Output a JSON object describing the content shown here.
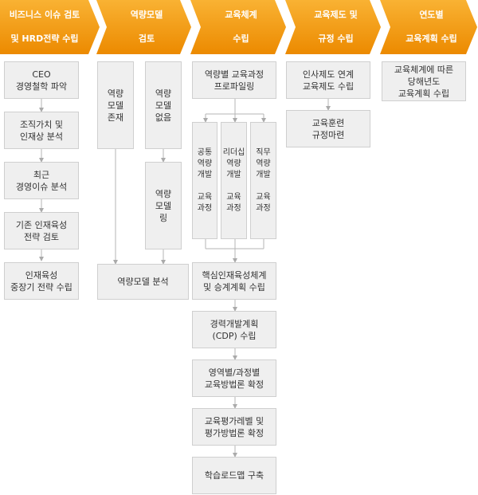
{
  "header": {
    "stages": [
      {
        "line1": "비즈니스 이슈 검토",
        "line2": "및 HRD전략 수립"
      },
      {
        "line1": "역량모델",
        "line2": "검토"
      },
      {
        "line1": "교육체계",
        "line2": "수립"
      },
      {
        "line1": "교육제도 및",
        "line2": "규정 수립"
      },
      {
        "line1": "연도별",
        "line2": "교육계획 수립"
      }
    ],
    "colors": {
      "top": "#f9b233",
      "bottom": "#ec8a00"
    }
  },
  "col1": {
    "steps": [
      "CEO\n경영철학 파악",
      "조직가치 및\n인재상 분석",
      "최근\n경영이슈 분석",
      "기존 인재육성\n전략 검토",
      "인재육성\n중장기 전략 수립"
    ]
  },
  "col2": {
    "left": "역량\n모델\n존재",
    "right_top": "역량\n모델\n없음",
    "right_bottom": "역량\n모델\n링",
    "result": "역량모델 분석"
  },
  "col3": {
    "profiling": "역량별 교육과정\n프로파일링",
    "branches": [
      "공통\n역량\n개발\n\n교육\n과정",
      "리더십\n역량\n개발\n\n교육\n과정",
      "직무\n역량\n개발\n\n교육\n과정"
    ],
    "steps": [
      "핵심인재육성체계\n및 승계계획 수립",
      "경력개발계획\n(CDP) 수립",
      "영역별/과정별\n교육방법론 확정",
      "교육평가레벨 및\n평가방법론 확정",
      "학습로드맵 구축"
    ]
  },
  "col4": {
    "steps": [
      "인사제도 연계\n교육제도 수립",
      "교육훈련\n규정마련"
    ]
  },
  "col5": {
    "steps": [
      "교육체계에 따른\n당해년도\n교육계획 수립"
    ]
  }
}
